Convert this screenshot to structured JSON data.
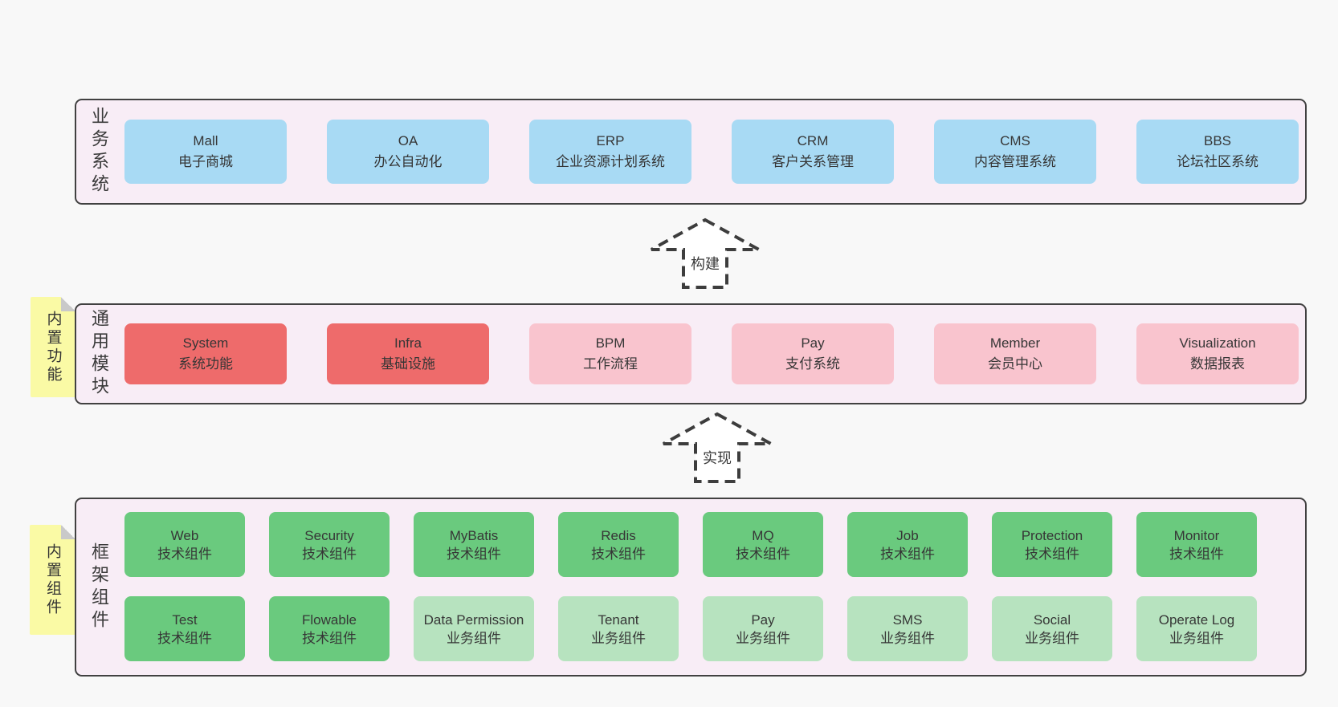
{
  "palette": {
    "page_bg": "#f8f8f8",
    "section_bg": "#f8edf6",
    "section_border": "#414141",
    "blue": "#a8daf4",
    "red": "#ee6b6b",
    "pink": "#f9c4ce",
    "green_dark": "#6aca7e",
    "green_light": "#b7e3bf",
    "note_yellow": "#fafaa5",
    "note_fold": "#c9c9c9",
    "text": "#363636"
  },
  "sections": [
    {
      "label": "业务系统",
      "rows": [
        [
          {
            "name": "Mall",
            "desc": "电子商城"
          },
          {
            "name": "OA",
            "desc": "办公自动化"
          },
          {
            "name": "ERP",
            "desc": "企业资源计划系统"
          },
          {
            "name": "CRM",
            "desc": "客户关系管理"
          },
          {
            "name": "CMS",
            "desc": "内容管理系统"
          },
          {
            "name": "BBS",
            "desc": "论坛社区系统"
          }
        ]
      ]
    },
    {
      "label": "通用模块",
      "note": "内置功能",
      "rows": [
        [
          {
            "name": "System",
            "desc": "系统功能"
          },
          {
            "name": "Infra",
            "desc": "基础设施"
          },
          {
            "name": "BPM",
            "desc": "工作流程"
          },
          {
            "name": "Pay",
            "desc": "支付系统"
          },
          {
            "name": "Member",
            "desc": "会员中心"
          },
          {
            "name": "Visualization",
            "desc": "数据报表"
          }
        ]
      ]
    },
    {
      "label": "框架组件",
      "note": "内置组件",
      "rows": [
        [
          {
            "name": "Web",
            "desc": "技术组件"
          },
          {
            "name": "Security",
            "desc": "技术组件"
          },
          {
            "name": "MyBatis",
            "desc": "技术组件"
          },
          {
            "name": "Redis",
            "desc": "技术组件"
          },
          {
            "name": "MQ",
            "desc": "技术组件"
          },
          {
            "name": "Job",
            "desc": "技术组件"
          },
          {
            "name": "Protection",
            "desc": "技术组件"
          },
          {
            "name": "Monitor",
            "desc": "技术组件"
          }
        ],
        [
          {
            "name": "Test",
            "desc": "技术组件"
          },
          {
            "name": "Flowable",
            "desc": "技术组件"
          },
          {
            "name": "Data Permission",
            "desc": "业务组件"
          },
          {
            "name": "Tenant",
            "desc": "业务组件"
          },
          {
            "name": "Pay",
            "desc": "业务组件"
          },
          {
            "name": "SMS",
            "desc": "业务组件"
          },
          {
            "name": "Social",
            "desc": "业务组件"
          },
          {
            "name": "Operate Log",
            "desc": "业务组件"
          }
        ]
      ]
    }
  ],
  "arrows": [
    {
      "label": "构建"
    },
    {
      "label": "实现"
    }
  ]
}
